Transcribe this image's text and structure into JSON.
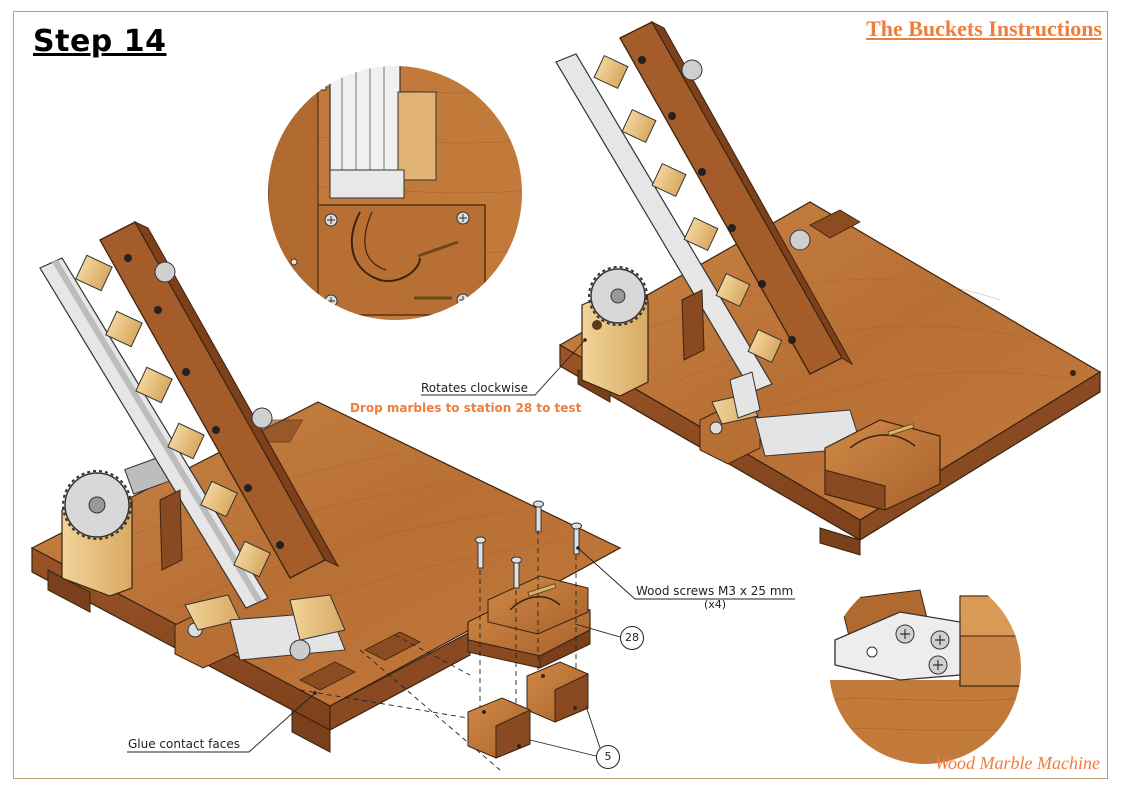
{
  "header": {
    "step_title": "Step 14",
    "doc_title": "The Buckets Instructions"
  },
  "footer": {
    "product_name": "Wood Marble Machine"
  },
  "callouts": {
    "rotation": "Rotates clockwise",
    "test_note": "Drop marbles to station 28 to test",
    "screws": "Wood screws M3 x 25 mm",
    "screws_qty": "(x4)",
    "glue": "Glue contact faces"
  },
  "part_numbers": {
    "station": "28",
    "blocks": "5"
  },
  "colors": {
    "accent": "#ef7d3c",
    "wood_dark": "#a05a2c",
    "wood_mid": "#c47a3d",
    "wood_light": "#e0b070",
    "frame": "#b9a27a"
  }
}
